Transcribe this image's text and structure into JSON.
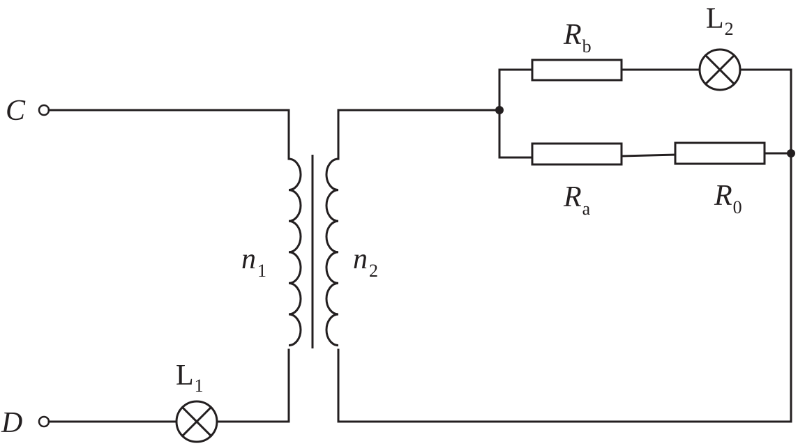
{
  "terminals": {
    "top": "C",
    "bottom": "D"
  },
  "primary": {
    "main": "n",
    "sub": "1"
  },
  "secondary": {
    "main": "n",
    "sub": "2"
  },
  "lamp1": {
    "main": "L",
    "sub": "1"
  },
  "lamp2": {
    "main": "L",
    "sub": "2"
  },
  "resistor_b": {
    "main": "R",
    "sub": "b"
  },
  "resistor_a": {
    "main": "R",
    "sub": "a"
  },
  "resistor_0": {
    "main": "R",
    "sub": "0"
  },
  "colors": {
    "ink": "#231f20",
    "background": "#ffffff"
  }
}
